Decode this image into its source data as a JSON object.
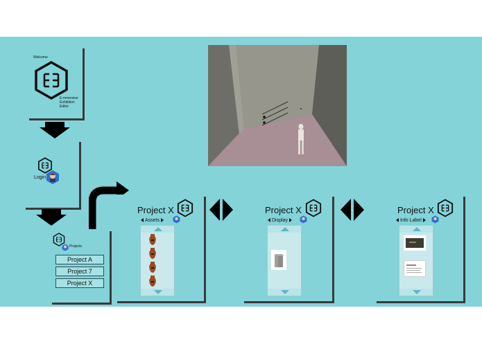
{
  "colors": {
    "panel_bg": "#83d3d9",
    "button_bg": "#a6e1e5",
    "scene_wall": "#8e8e85",
    "scene_floor": "#a88e95"
  },
  "welcome_card": {
    "header": "Welcome",
    "app_name_line1": "E-mmersive",
    "app_name_line2": "Exhibition",
    "app_name_line3": "Editor",
    "logo_icon": "e-hexagon-logo-icon"
  },
  "login_card": {
    "label": "Login",
    "avatar_icon": "user-avatar-icon"
  },
  "projects_card": {
    "header": "Projects",
    "items": [
      "Project A",
      "Project 7",
      "Project X"
    ]
  },
  "editor_panels": [
    {
      "title": "Project X",
      "tab": "Assets",
      "content": "vase-assets"
    },
    {
      "title": "Project X",
      "tab": "Display",
      "content": "display-pedestal"
    },
    {
      "title": "Project X",
      "tab": "Info Label",
      "content": "info-labels"
    }
  ],
  "navigation": {
    "swap_icons": [
      "left-right-arrows-icon",
      "left-right-arrows-icon"
    ],
    "flow_arrows": [
      "down-arrow-icon",
      "down-arrow-icon",
      "bent-right-arrow-icon"
    ]
  }
}
